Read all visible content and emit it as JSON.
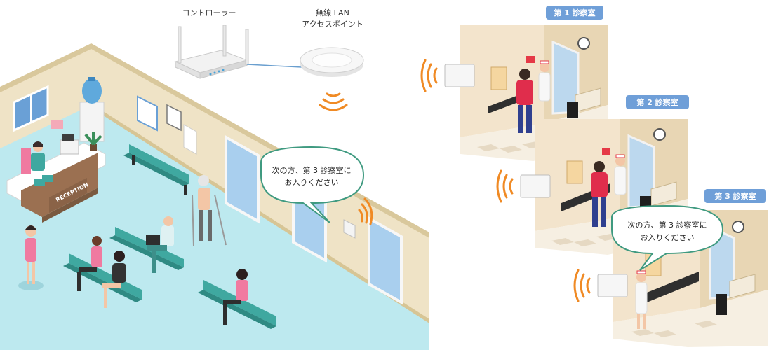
{
  "devices": {
    "controller_label": "コントローラー",
    "ap_label_line1": "無線 LAN",
    "ap_label_line2": "アクセスポイント"
  },
  "reception": {
    "desk_sign": "RECEPTION"
  },
  "rooms": [
    {
      "label": "第 1 診察室"
    },
    {
      "label": "第 2 診察室"
    },
    {
      "label": "第 3 診察室"
    }
  ],
  "speech_bubbles": {
    "waiting_room": {
      "line1": "次の方、第 3 診察室に",
      "line2": "お入りください"
    },
    "room3": {
      "line1": "次の方、第 3 診察室に",
      "line2": "お入りください"
    }
  },
  "colors": {
    "wall": "#efe3c6",
    "floor": "#bde9ef",
    "bench": "#3fa8a0",
    "tag": "#6f9fd8",
    "wifi": "#f08a24",
    "bubble_border": "#3f9a80"
  }
}
